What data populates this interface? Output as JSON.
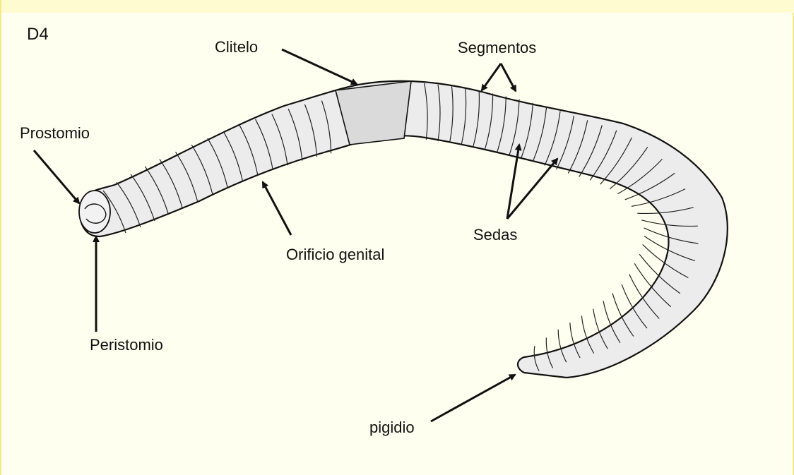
{
  "title": "",
  "panel_label": "D4",
  "labels": {
    "clitelo": "Clitelo",
    "segmentos": "Segmentos",
    "prostomio": "Prostomio",
    "sedas": "Sedas",
    "orificio_genital": "Orificio genital",
    "peristomio": "Peristomio",
    "pigidio": "pigidio"
  },
  "colors": {
    "background": "#fffff0",
    "frame": "#f2ea8a",
    "title_text": "#1a2fd0",
    "line": "#111111",
    "worm_fill": "#ececec"
  }
}
